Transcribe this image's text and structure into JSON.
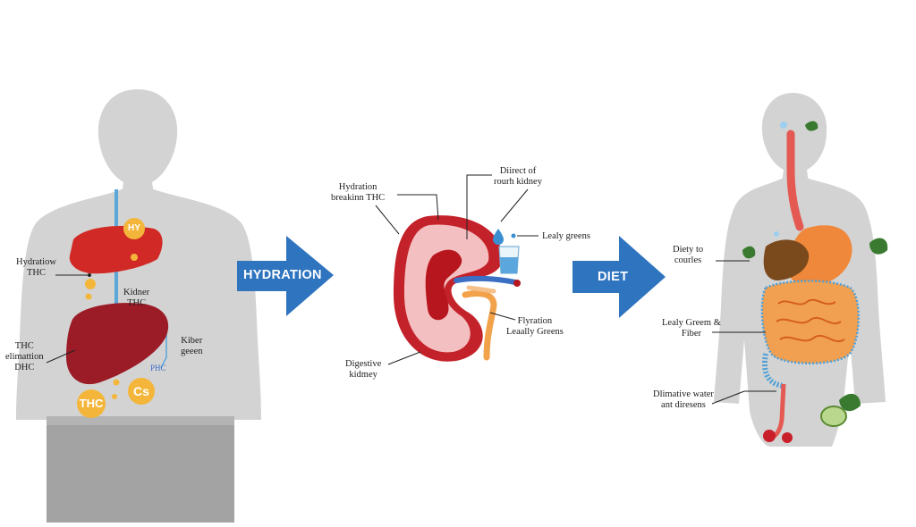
{
  "colors": {
    "body_gray": "#d3d3d3",
    "legs_gray": "#9e9e9e",
    "liver_red": "#d12a26",
    "dark_red": "#9b1b26",
    "kidney_red": "#c4222a",
    "arrow_blue": "#2e74bf",
    "yellow": "#f4b63a",
    "orange": "#f0883b",
    "leaf_green": "#3a7a30"
  },
  "left_figure": {
    "hydration_label": "Hydratiow\nTHC",
    "kidney_label": "Kidner\nTHC",
    "elimination_label": "THC\nelimattion\nDHC",
    "fiber_label": "Kiber\ngeeen",
    "badge_top": "HY",
    "badge_thc": "THC",
    "badge_cs": "Cs",
    "small_tag": "PHC"
  },
  "arrow_hydration": {
    "label": "HYDRATION"
  },
  "kidney_diagram": {
    "top_left_label": "Hydration\nbreakinn THC",
    "top_right_label": "Diirect of\nrourh kidney",
    "leafy_label": "Lealy greens",
    "flyration_label": "Flyration\nLeaally Greens",
    "digestive_label": "Digestive\nkidmey"
  },
  "arrow_diet": {
    "label": "DIET"
  },
  "right_figure": {
    "diety_label": "Diety to\ncourles",
    "leafy_fiber_label": "Lealy Greem &\nFiber",
    "water_label": "Dlimative water\nant diresens"
  }
}
